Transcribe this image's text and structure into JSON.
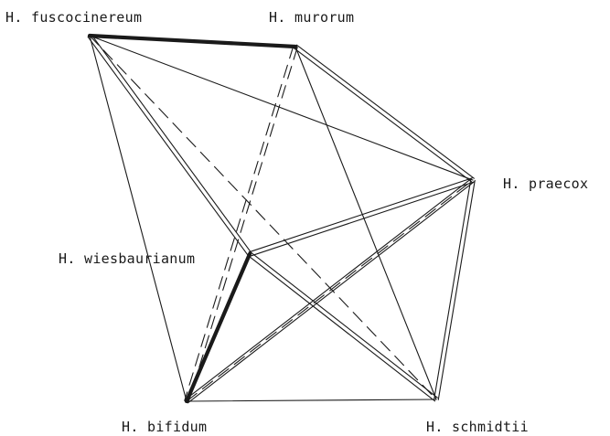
{
  "diagram": {
    "nodes": [
      {
        "id": "fusco",
        "label": "H. fuscocinereum"
      },
      {
        "id": "muror",
        "label": "H. murorum"
      },
      {
        "id": "praec",
        "label": "H. praecox"
      },
      {
        "id": "wiesb",
        "label": "H. wiesbaurianum"
      },
      {
        "id": "bifid",
        "label": "H. bifidum"
      },
      {
        "id": "schmi",
        "label": "H. schmidtii"
      }
    ],
    "edges": [
      {
        "from": "fusco",
        "to": "muror",
        "style": "thick"
      },
      {
        "from": "wiesb",
        "to": "bifid",
        "style": "thick"
      },
      {
        "from": "fusco",
        "to": "wiesb",
        "style": "double"
      },
      {
        "from": "muror",
        "to": "praec",
        "style": "double"
      },
      {
        "from": "wiesb",
        "to": "praec",
        "style": "double"
      },
      {
        "from": "praec",
        "to": "schmi",
        "style": "double"
      },
      {
        "from": "wiesb",
        "to": "schmi",
        "style": "double"
      },
      {
        "from": "bifid",
        "to": "praec",
        "style": "double"
      },
      {
        "from": "fusco",
        "to": "praec",
        "style": "thin"
      },
      {
        "from": "fusco",
        "to": "bifid",
        "style": "thin"
      },
      {
        "from": "muror",
        "to": "schmi",
        "style": "thin"
      },
      {
        "from": "bifid",
        "to": "schmi",
        "style": "thin"
      },
      {
        "from": "fusco",
        "to": "schmi",
        "style": "dashed"
      },
      {
        "from": "muror",
        "to": "bifid",
        "style": "dashed-double"
      },
      {
        "from": "bifid",
        "to": "praec",
        "style": "dashed"
      }
    ]
  }
}
